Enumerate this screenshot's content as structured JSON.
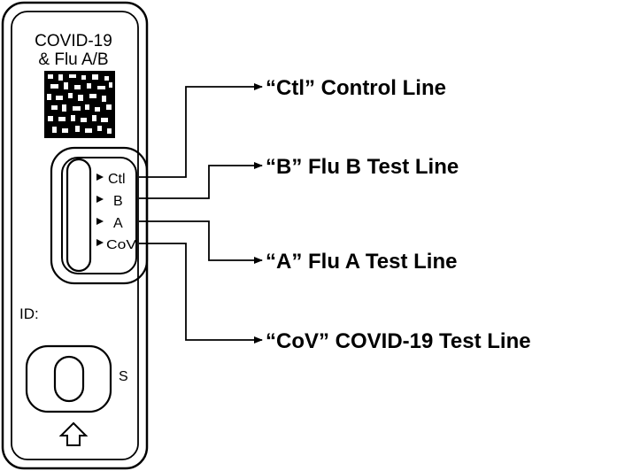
{
  "cassette": {
    "title_line1": "COVID-19",
    "title_line2": "& Flu A/B",
    "window_labels": {
      "ctl": "Ctl",
      "b": "B",
      "a": "A",
      "cov": "CoV"
    },
    "id_label": "ID:",
    "sample_label": "S"
  },
  "callouts": {
    "ctl": "“Ctl” Control Line",
    "b": "“B” Flu B Test Line",
    "a": "“A” Flu A Test Line",
    "cov": "“CoV” COVID-19 Test Line"
  },
  "colors": {
    "line": "#000000",
    "background": "#ffffff"
  }
}
